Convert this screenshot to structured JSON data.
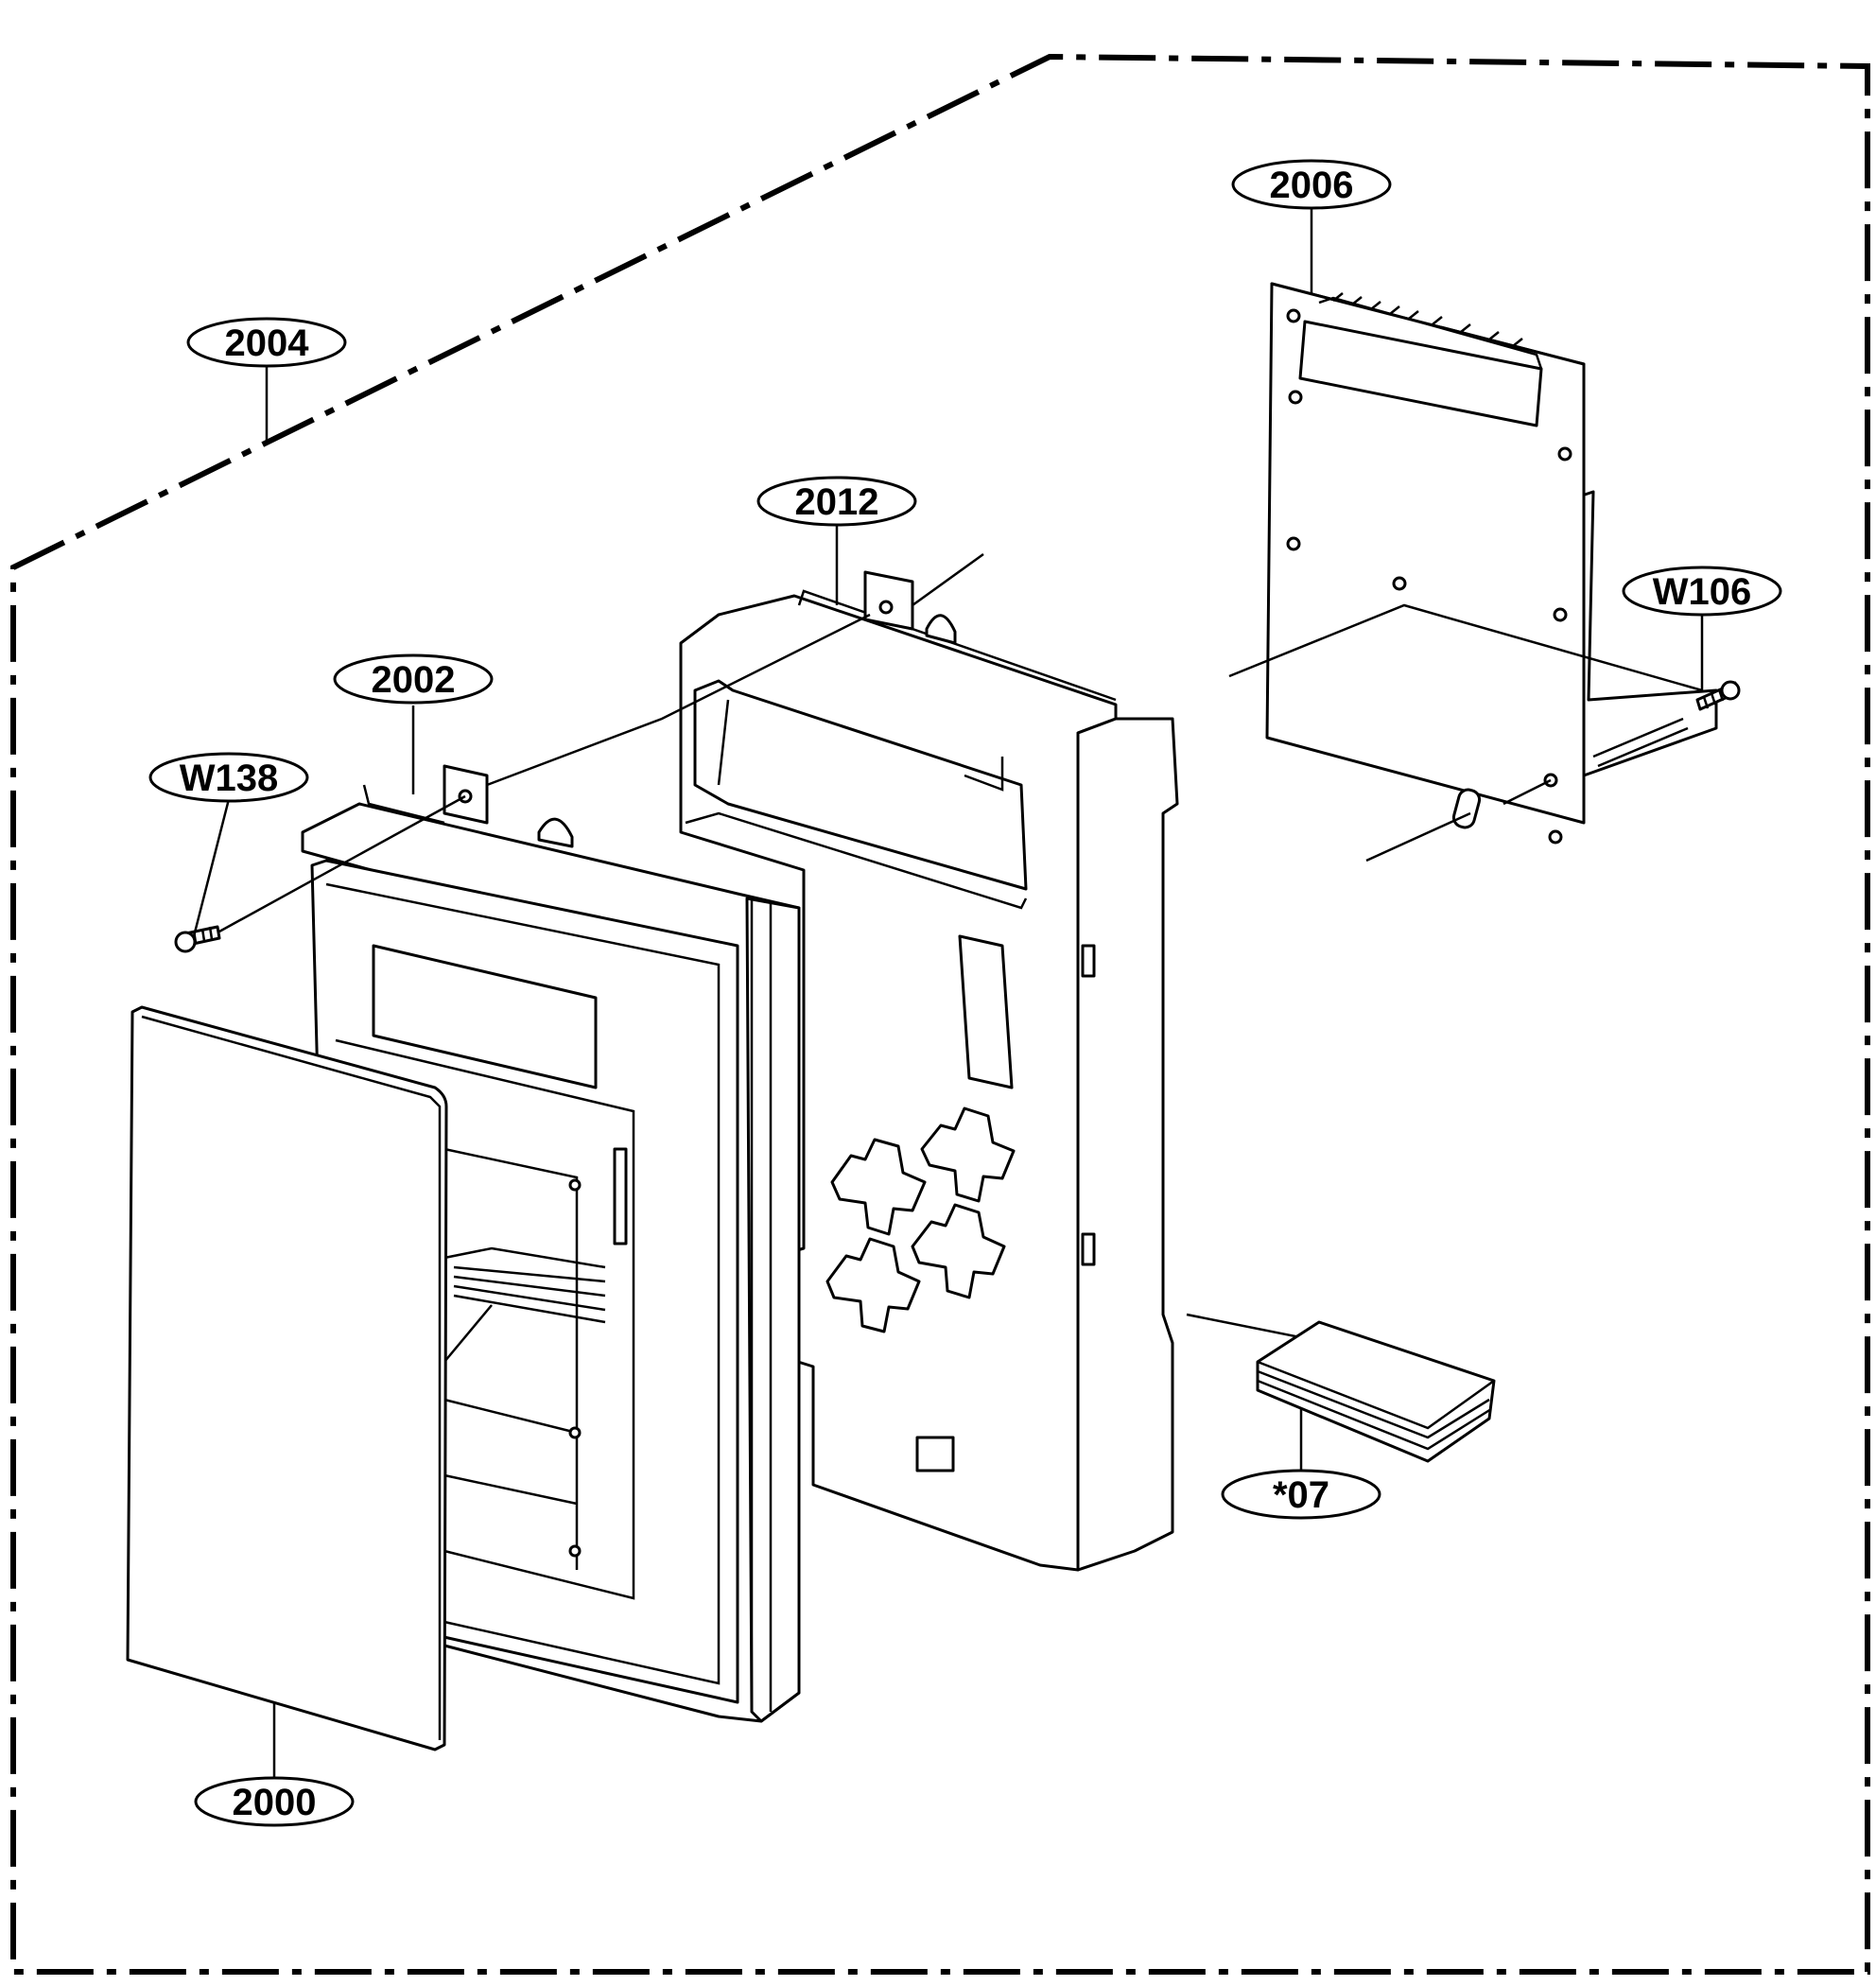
{
  "diagram": {
    "labels": {
      "part_2004": "2004",
      "part_2006": "2006",
      "part_2012": "2012",
      "part_w106": "W106",
      "part_2002": "2002",
      "part_w138": "W138",
      "part_2000": "2000",
      "part_07": "*07"
    }
  }
}
